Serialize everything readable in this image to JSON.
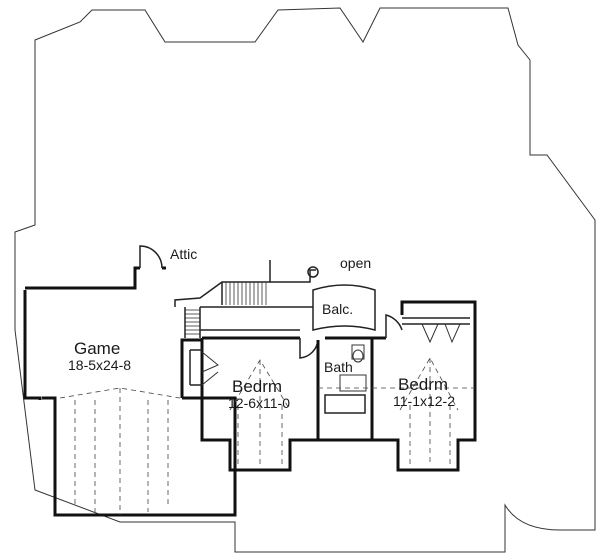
{
  "rooms": {
    "game": {
      "name": "Game",
      "dims": "18-5x24-8"
    },
    "bedroom_left": {
      "name": "Bedrm",
      "dims": "12-6x11-0"
    },
    "bedroom_right": {
      "name": "Bedrm",
      "dims": "11-1x12-2"
    },
    "bath": {
      "name": "Bath"
    },
    "balcony": {
      "name": "Balc."
    },
    "attic": {
      "name": "Attic"
    },
    "open": {
      "name": "open"
    }
  }
}
